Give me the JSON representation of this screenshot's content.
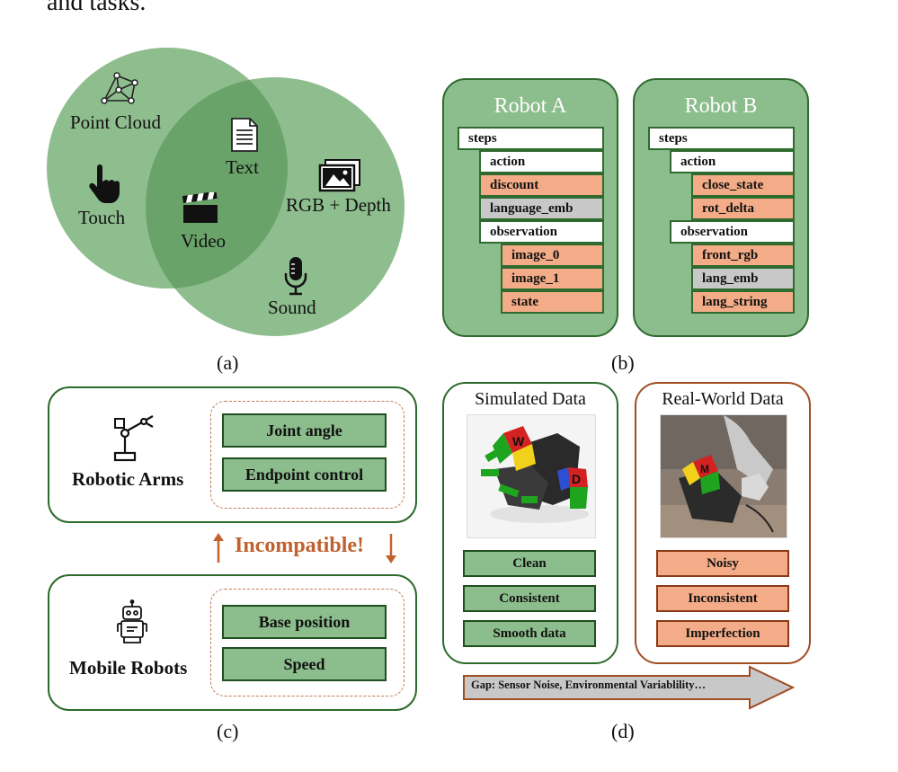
{
  "top_text": "and tasks.",
  "panel_a": {
    "caption": "(a)",
    "modalities": {
      "point_cloud": "Point Cloud",
      "touch": "Touch",
      "text": "Text",
      "video": "Video",
      "rgb_depth": "RGB + Depth",
      "sound": "Sound"
    },
    "colors": {
      "circle_fill": "#7fb37f",
      "overlap_fill": "#5d9a5d"
    }
  },
  "panel_b": {
    "caption": "(b)",
    "robot_a": {
      "title": "Robot A",
      "rows": [
        "steps",
        "action",
        "discount",
        "language_emb",
        "observation",
        "image_0",
        "image_1",
        "state"
      ]
    },
    "robot_b": {
      "title": "Robot B",
      "rows": [
        "steps",
        "action",
        "close_state",
        "rot_delta",
        "observation",
        "front_rgb",
        "lang_emb",
        "lang_string"
      ]
    },
    "colors": {
      "panel": "#8cbd8c",
      "orange": "#f3ac87",
      "gray": "#c8c8c8"
    }
  },
  "panel_c": {
    "caption": "(c)",
    "robotic_arms": {
      "label": "Robotic Arms",
      "items": [
        "Joint angle",
        "Endpoint control"
      ]
    },
    "mobile_robots": {
      "label": "Mobile Robots",
      "items": [
        "Base position",
        "Speed"
      ]
    },
    "incompatible": "Incompatible!",
    "colors": {
      "accent": "#c0622f"
    }
  },
  "panel_d": {
    "caption": "(d)",
    "simulated": {
      "title": "Simulated Data",
      "items": [
        "Clean",
        "Consistent",
        "Smooth data"
      ]
    },
    "real_world": {
      "title": "Real-World Data",
      "items": [
        "Noisy",
        "Inconsistent",
        "Imperfection"
      ]
    },
    "gap": "Gap: Sensor Noise, Environmental Variablility…"
  }
}
